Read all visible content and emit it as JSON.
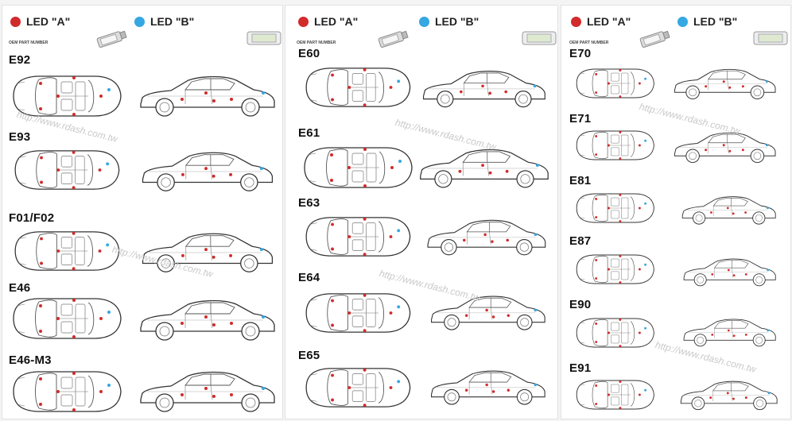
{
  "legend": {
    "led_a_label": "LED \"A\"",
    "led_b_label": "LED \"B\"",
    "oem_label": "OEM PART NUMBER"
  },
  "colors": {
    "led_a": "#d22b2b",
    "led_b": "#35a7e2"
  },
  "icons": [
    "led-bulb-icon",
    "led-module-icon",
    "car-top-view-icon",
    "car-side-view-icon"
  ],
  "columns": [
    {
      "models": [
        "E92",
        "E93",
        "F01/F02",
        "E46",
        "E46-M3"
      ]
    },
    {
      "models": [
        "E60",
        "E61",
        "E63",
        "E64",
        "E65"
      ]
    },
    {
      "models": [
        "E70",
        "E71",
        "E81",
        "E87",
        "E90",
        "E91"
      ]
    }
  ],
  "watermark": "http://www.rdash.com.tw"
}
